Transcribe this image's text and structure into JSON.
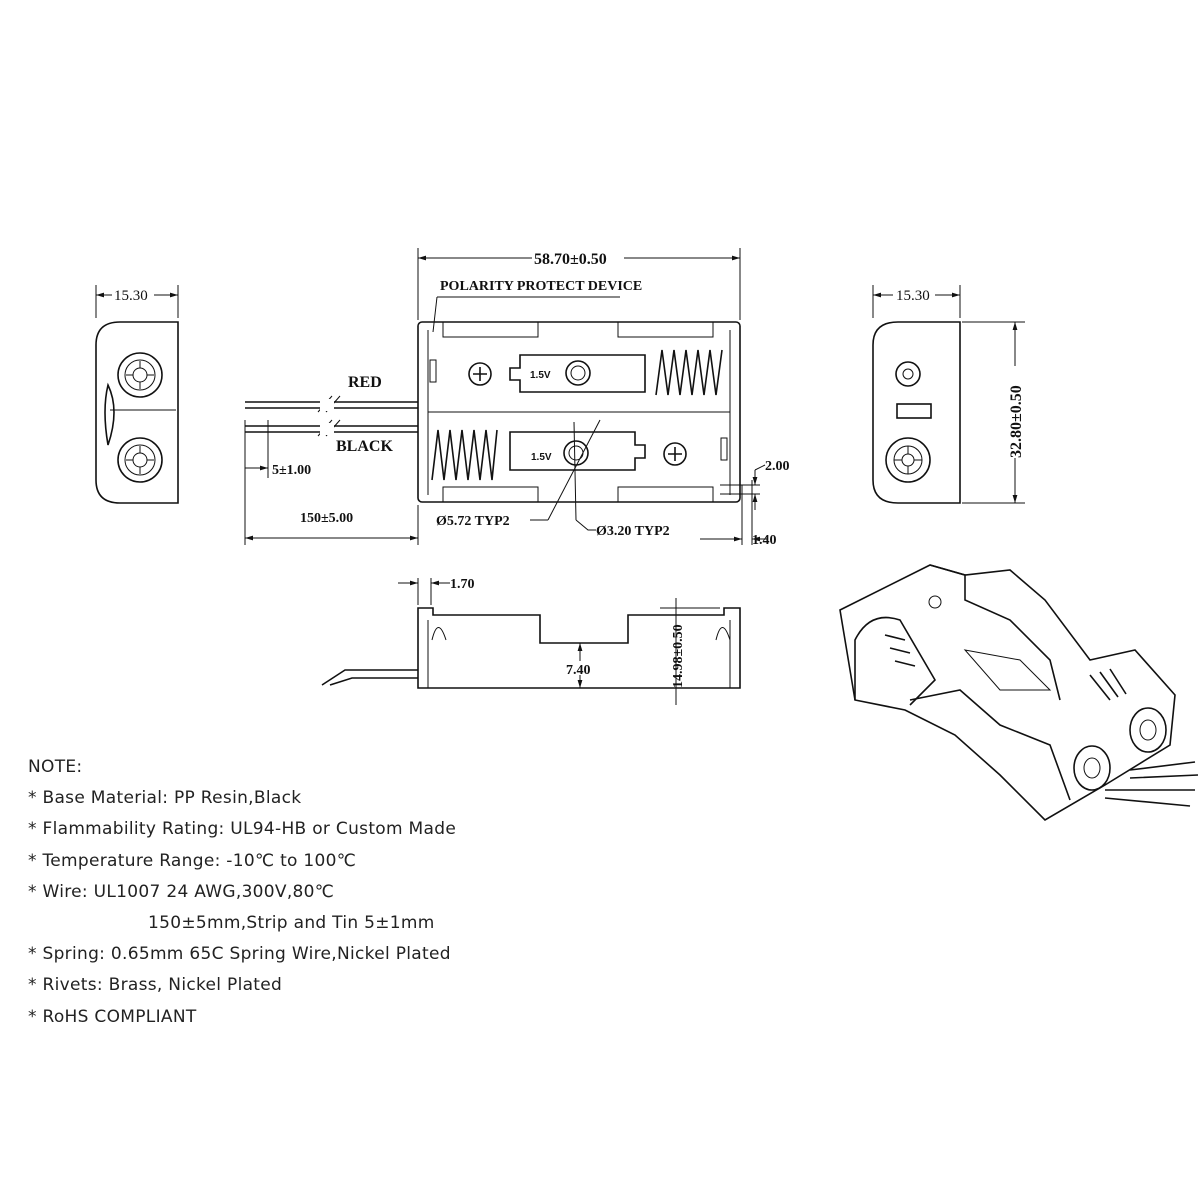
{
  "end_view_left": {
    "width_dim": "15.30"
  },
  "top_view": {
    "width_dim": "58.70±0.50",
    "polarity_label": "POLARITY PROTECT DEVICE",
    "battery_label_top": "1.5V",
    "battery_label_bottom": "1.5V",
    "wire_red": "RED",
    "wire_black": "BLACK",
    "strip_dim": "5±1.00",
    "wire_length_dim": "150±5.00",
    "hole_large": "Ø5.72 TYP2",
    "hole_small": "Ø3.20 TYP2",
    "tab_dim_2": "2.00",
    "tab_dim_1": "1.40"
  },
  "end_view_right": {
    "width_dim": "15.30",
    "height_dim": "32.80±0.50"
  },
  "side_view": {
    "wall_dim": "1.70",
    "depth_dim": "7.40",
    "height_dim": "14.98±0.50"
  },
  "notes": {
    "title": "NOTE:",
    "items": [
      "* Base Material: PP Resin,Black",
      "* Flammability Rating: UL94-HB or Custom Made",
      "* Temperature Range: -10℃ to 100℃",
      "* Wire: UL1007 24 AWG,300V,80℃",
      "150±5mm,Strip and Tin 5±1mm",
      "* Spring: 0.65mm 65C Spring Wire,Nickel Plated",
      "* Rivets: Brass, Nickel Plated",
      "* RoHS COMPLIANT"
    ]
  }
}
